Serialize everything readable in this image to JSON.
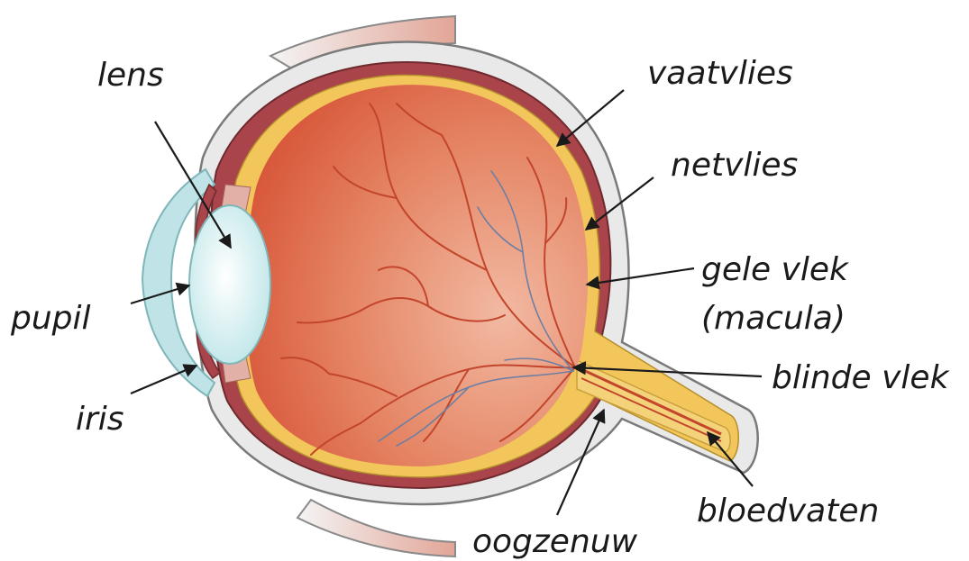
{
  "labels": {
    "lens": "lens",
    "pupil": "pupil",
    "iris": "iris",
    "vaatvlies": "vaatvlies",
    "netvlies": "netvlies",
    "gele_vlek": "gele vlek",
    "macula": "(macula)",
    "blinde_vlek": "blinde vlek",
    "bloedvaten": "bloedvaten",
    "oogzenuw": "oogzenuw"
  },
  "colors": {
    "sclera": "#e9e9e9",
    "sclera_outline": "#7a7a7a",
    "choroid": "#a8444a",
    "retina": "#f2c65a",
    "vitreous_dark": "#d85a3a",
    "vitreous_light": "#f0b39a",
    "cornea": "#bfe3e6",
    "lens": "#e6f5f5",
    "vessel_red": "#c2452c",
    "vessel_blue": "#6e7fa3",
    "nerve": "#f1c75e",
    "muscle": "#e8b7ad",
    "label_text": "#1a1a1a"
  }
}
